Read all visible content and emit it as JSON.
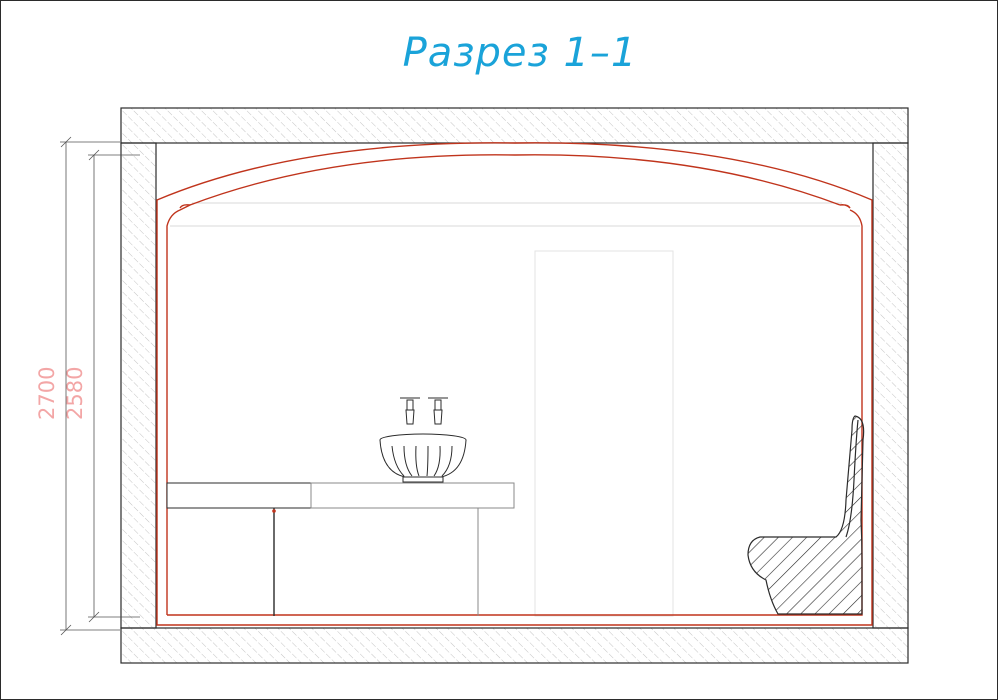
{
  "title": "Разрез 1–1",
  "dimensions": {
    "outer_height": "2700",
    "inner_height": "2580"
  },
  "colors": {
    "frame": "#2b2b2b",
    "title": "#1aa3d9",
    "dimension_text": "#f3a6a6",
    "wall_outline": "#2b2b2b",
    "finish_line": "#c0341c",
    "hatch": "#b5b5b5",
    "faint": "#d8d8d8"
  }
}
